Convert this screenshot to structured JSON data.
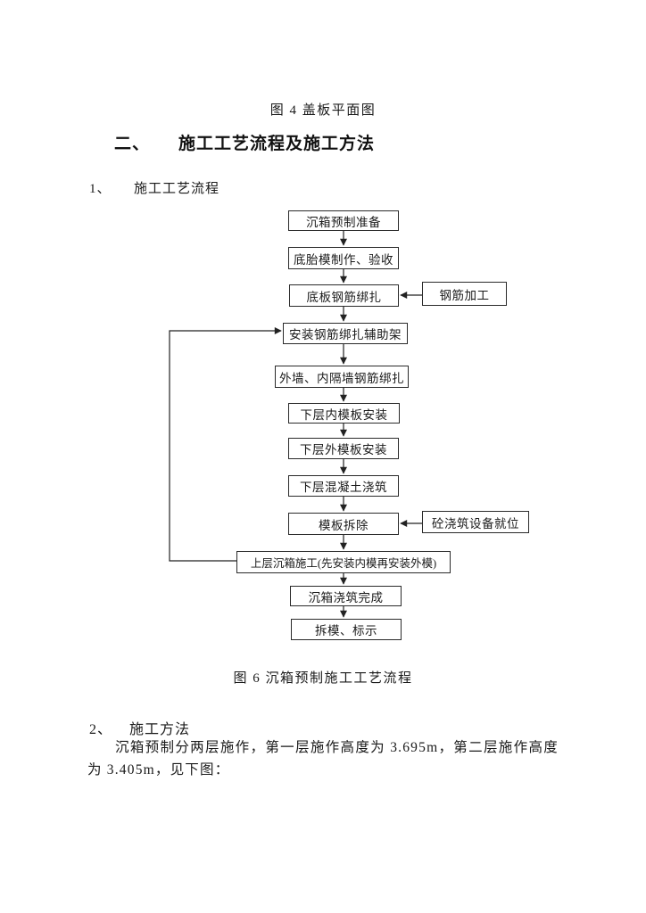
{
  "figure4": {
    "caption": "图 4 盖板平面图"
  },
  "section_heading": {
    "number": "二、",
    "title": "施工工艺流程及施工方法"
  },
  "subsection1": {
    "number": "1、",
    "title": "施工工艺流程"
  },
  "flowchart": {
    "steps": [
      "沉箱预制准备",
      "底胎模制作、验收",
      "底板钢筋绑扎",
      "安装钢筋绑扎辅助架",
      "外墙、内隔墙钢筋绑扎",
      "下层内模板安装",
      "下层外模板安装",
      "下层混凝土浇筑",
      "模板拆除",
      "上层沉箱施工(先安装内模再安装外模)",
      "沉箱浇筑完成",
      "拆模、标示"
    ],
    "side_inputs": [
      "钢筋加工",
      "砼浇筑设备就位"
    ],
    "caption": "图 6 沉箱预制施工工艺流程"
  },
  "subsection2": {
    "number": "2、",
    "title": "施工方法",
    "paragraph": "沉箱预制分两层施作，第一层施作高度为 3.695m，第二层施作高度为 3.405m，见下图："
  },
  "colors": {
    "ink": "#1a1a1a",
    "line": "#222222",
    "page_bg": "#ffffff"
  }
}
